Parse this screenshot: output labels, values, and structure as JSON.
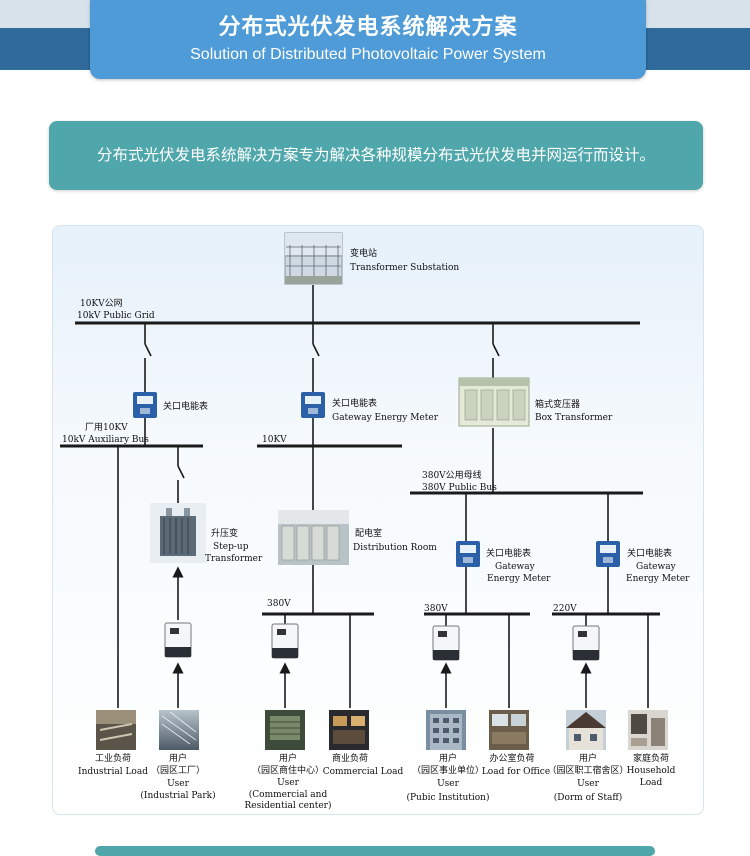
{
  "header": {
    "title_zh": "分布式光伏发电系统解决方案",
    "title_en": "Solution of Distributed Photovoltaic Power System"
  },
  "banner": {
    "text": "分布式光伏发电系统解决方案专为解决各种规模分布式光伏发电并网运行而设计。"
  },
  "diagram": {
    "substation": {
      "zh": "变电站",
      "en": "Transformer Substation"
    },
    "grid": {
      "zh": "10KV公网",
      "en": "10kV Public Grid"
    },
    "meter1": {
      "zh": "关口电能表"
    },
    "meter2": {
      "zh": "关口电能表",
      "en": "Gateway Energy Meter"
    },
    "box_transformer": {
      "zh": "箱式变压器",
      "en": "Box Transformer"
    },
    "aux_bus": {
      "zh": "厂用10KV",
      "en": "10kV Auxiliary Bus"
    },
    "bus_10kv": {
      "label": "10KV"
    },
    "step_up": {
      "zh": "升压变",
      "en1": "Step-up",
      "en2": "Transformer"
    },
    "distribution_room": {
      "zh": "配电室",
      "en": "Distribution Room"
    },
    "public_bus_380": {
      "zh": "380V公用母线",
      "en": "380V Public Bus"
    },
    "meter3": {
      "zh": "关口电能表",
      "en1": "Gateway",
      "en2": "Energy Meter"
    },
    "meter4": {
      "zh": "关口电能表",
      "en1": "Gateway",
      "en2": "Energy Meter"
    },
    "bus_380_a": "380V",
    "bus_380_b": "380V",
    "bus_220": "220V",
    "loads": {
      "industrial": {
        "zh": "工业负荷",
        "en": "Industrial Load"
      },
      "user_park": {
        "zh1": "用户",
        "zh2": "（园区工厂）",
        "en1": "User",
        "en2": "(Industrial Park)"
      },
      "user_comm": {
        "zh1": "用户",
        "zh2": "（园区商住中心）",
        "en1": "User",
        "en2": "(Commercial and",
        "en3": "Residential center)"
      },
      "commercial": {
        "zh": "商业负荷",
        "en": "Commercial Load"
      },
      "user_inst": {
        "zh1": "用户",
        "zh2": "（园区事业单位）",
        "en1": "User",
        "en2": "(Pubic Institution)"
      },
      "office": {
        "zh": "办公室负荷",
        "en": "Load for Office"
      },
      "user_staff": {
        "zh1": "用户",
        "zh2": "（园区职工宿舍区）",
        "en1": "User",
        "en2": "(Dorm of Staff)"
      },
      "household": {
        "zh": "家庭负荷",
        "en1": "Household",
        "en2": "Load"
      }
    }
  },
  "colors": {
    "header_bg": "#4e9bd8",
    "band_dark": "#2f6a9a",
    "banner_bg": "#4fa7ab",
    "line": "#1a1a1a"
  }
}
